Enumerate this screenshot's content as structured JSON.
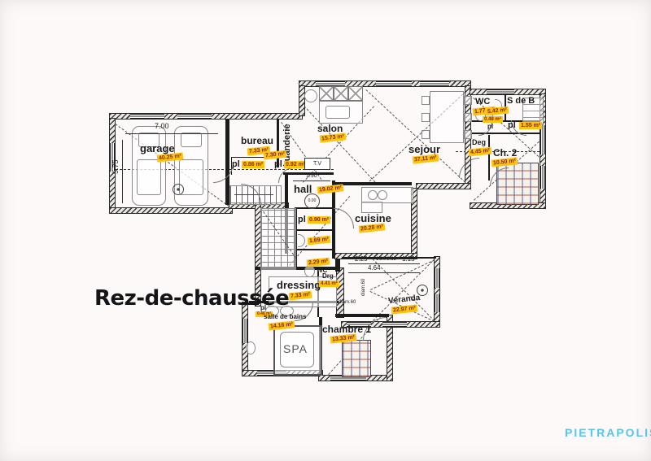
{
  "title": "Rez-de-chaussée",
  "brand": "PIETRAPOLIS",
  "colors": {
    "area_highlight": "#ffc210",
    "area_text": "#7d2a00",
    "wall": "#1c1c1c",
    "brand_blue": "#58c5e8"
  },
  "rooms": {
    "garage": {
      "name": "garage",
      "area": "40.25 m²"
    },
    "bureau": {
      "name": "bureau",
      "area": "7.33 m²"
    },
    "buanderie": {
      "name": "buanderie",
      "area": "7.30 m²"
    },
    "pl_bureau": {
      "name": "pl",
      "area": "0.86 m²"
    },
    "pl_buanderie": {
      "name": "pl",
      "area": "0.92 m²"
    },
    "salon": {
      "name": "salon",
      "area": "15.73 m²"
    },
    "sejour": {
      "name": "sejour",
      "area": "37.11 m²"
    },
    "wc_top": {
      "name": "WC",
      "area": "1.77 m²"
    },
    "sdeb": {
      "name": "S de B",
      "area": "5.42 m²"
    },
    "pl_small": {
      "name": "pl",
      "area": "0.48 m²"
    },
    "pl_sdeb": {
      "name": "pl",
      "area": "1.55 m²"
    },
    "deg": {
      "name": "Deg",
      "area": "4.45 m²"
    },
    "ch2": {
      "name": "Ch. 2",
      "area": "10.50 m²"
    },
    "hall": {
      "name": "hall",
      "area": "19.02 m²"
    },
    "cuisine": {
      "name": "cuisine",
      "area": "20.28 m²"
    },
    "pl_hall": {
      "name": "pl",
      "area": "0.90 m²"
    },
    "d_closet": {
      "area": "1.69 m²"
    },
    "wc_mid": {
      "name": "WC",
      "area": "2.29 m²"
    },
    "dressing": {
      "name": "dressing",
      "area": "7.33 m²"
    },
    "drg": {
      "name": "Drg",
      "area": "4.41 m²"
    },
    "veranda": {
      "name": "Véranda",
      "area": "22.97 m²"
    },
    "salle_de_bains": {
      "name": "salle de bains",
      "area": "14.16 m²"
    },
    "pl_sdb": {
      "name": "pl",
      "area": "0.46 m²"
    },
    "chambre1": {
      "name": "chambre 1",
      "area": "13.33 m²"
    },
    "spa": {
      "name": "SPA"
    }
  },
  "dims": {
    "garage_width": "7.00",
    "garage_depth": "5.75",
    "hall_width": "1.90",
    "ver_a": "2.29",
    "ver_b": "1.20/2.15",
    "ver_c": "1.15",
    "ver_total": "4.64",
    "diam_v": "diam.60",
    "diam_h": "diam.60"
  },
  "labels": {
    "tv": "T.V",
    "level": "0.00"
  }
}
